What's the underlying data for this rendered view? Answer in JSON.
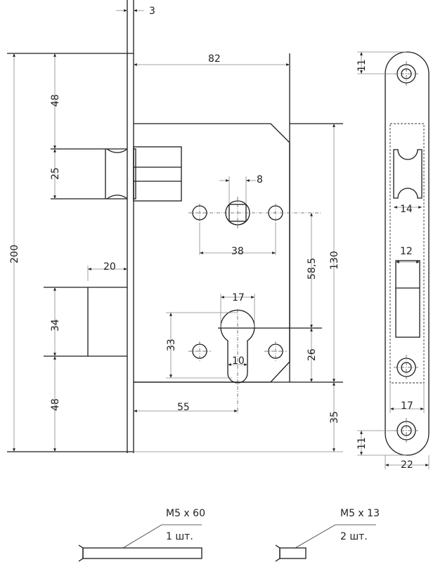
{
  "dimensions": {
    "faceplate_thickness": "3",
    "backset_total": "82",
    "total_height": "200",
    "top_to_latch": "48",
    "latch_height": "25",
    "deadbolt_throw": "20",
    "deadbolt_height": "34",
    "deadbolt_to_bottom": "48",
    "spindle_square": "8",
    "handle_screw_spacing": "38",
    "handle_to_cylinder": "58,5",
    "body_height": "130",
    "cylinder_width": "17",
    "cylinder_height": "33",
    "cylinder_slot": "10",
    "cylinder_to_body_bottom": "26",
    "backset": "55",
    "body_bottom_to_plate": "35",
    "strike_top_hole": "11",
    "strike_latch_slot": "14",
    "strike_bolt_slot": "12",
    "strike_bolt_recess": "17",
    "strike_bottom_hole": "11",
    "strike_width": "22"
  },
  "screws": [
    {
      "size": "M5 x 60",
      "qty": "1 шт."
    },
    {
      "size": "M5 x 13",
      "qty": "2 шт."
    }
  ]
}
